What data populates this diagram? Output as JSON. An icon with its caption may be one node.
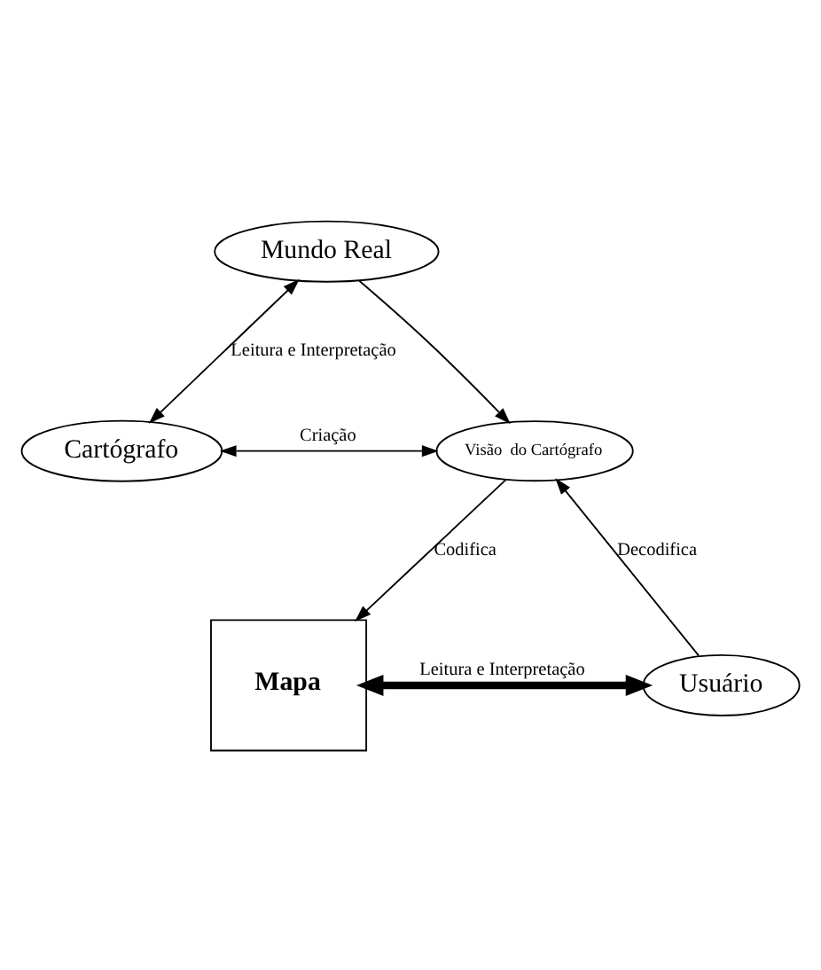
{
  "diagram": {
    "nodes": [
      {
        "text": [
          "Mundo Real"
        ]
      },
      {
        "text": [
          "Cartógrafo"
        ]
      },
      {
        "text": [
          "Visão  do Cartógrafo"
        ]
      },
      {
        "text": [
          "Mapa"
        ]
      },
      {
        "text": [
          "Usuário"
        ]
      }
    ],
    "edges": [
      {
        "from": 0,
        "to": 1,
        "arrow": "both",
        "label": "Leitura e Interpretação"
      },
      {
        "from": 0,
        "to": 2,
        "arrow": "to"
      },
      {
        "from": 1,
        "to": 2,
        "arrow": "both",
        "label": "Criação"
      },
      {
        "from": 2,
        "to": 3,
        "arrow": "to",
        "label": "Codifica"
      },
      {
        "from": 4,
        "to": 2,
        "arrow": "to",
        "label": "Decodifica"
      },
      {
        "from": 3,
        "to": 4,
        "arrow": "both",
        "label": "Leitura e Interpretação",
        "style": "thick"
      }
    ]
  }
}
